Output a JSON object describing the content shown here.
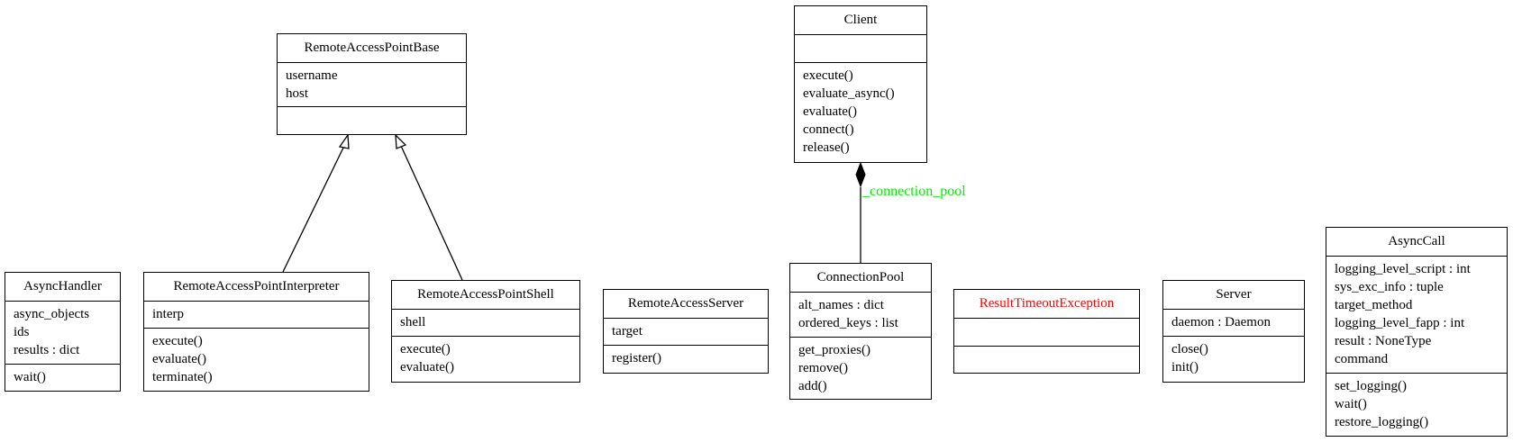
{
  "classes": {
    "remote_access_point_base": {
      "name": "RemoteAccessPointBase",
      "attributes": [
        "username",
        "host"
      ],
      "methods": []
    },
    "client": {
      "name": "Client",
      "attributes": [],
      "methods": [
        "execute()",
        "evaluate_async()",
        "evaluate()",
        "connect()",
        "release()"
      ]
    },
    "async_handler": {
      "name": "AsyncHandler",
      "attributes": [
        "async_objects",
        "ids",
        "results : dict"
      ],
      "methods": [
        "wait()"
      ]
    },
    "remote_access_point_interpreter": {
      "name": "RemoteAccessPointInterpreter",
      "attributes": [
        "interp"
      ],
      "methods": [
        "execute()",
        "evaluate()",
        "terminate()"
      ]
    },
    "remote_access_point_shell": {
      "name": "RemoteAccessPointShell",
      "attributes": [
        "shell"
      ],
      "methods": [
        "execute()",
        "evaluate()"
      ]
    },
    "remote_access_server": {
      "name": "RemoteAccessServer",
      "attributes": [
        "target"
      ],
      "methods": [
        "register()"
      ]
    },
    "connection_pool": {
      "name": "ConnectionPool",
      "attributes": [
        "alt_names : dict",
        "ordered_keys : list"
      ],
      "methods": [
        "get_proxies()",
        "remove()",
        "add()"
      ]
    },
    "result_timeout_exception": {
      "name": "ResultTimeoutException",
      "attributes": [],
      "methods": []
    },
    "server": {
      "name": "Server",
      "attributes": [
        "daemon : Daemon"
      ],
      "methods": [
        "close()",
        "init()"
      ]
    },
    "async_call": {
      "name": "AsyncCall",
      "attributes": [
        "logging_level_script : int",
        "sys_exc_info : tuple",
        "target_method",
        "logging_level_fapp : int",
        "result : NoneType",
        "command"
      ],
      "methods": [
        "set_logging()",
        "wait()",
        "restore_logging()"
      ]
    }
  },
  "relations": {
    "composition_label": "_connection_pool"
  },
  "colors": {
    "exception_name": "#ff0000",
    "composition_label": "#00ee00",
    "line": "#000000"
  }
}
